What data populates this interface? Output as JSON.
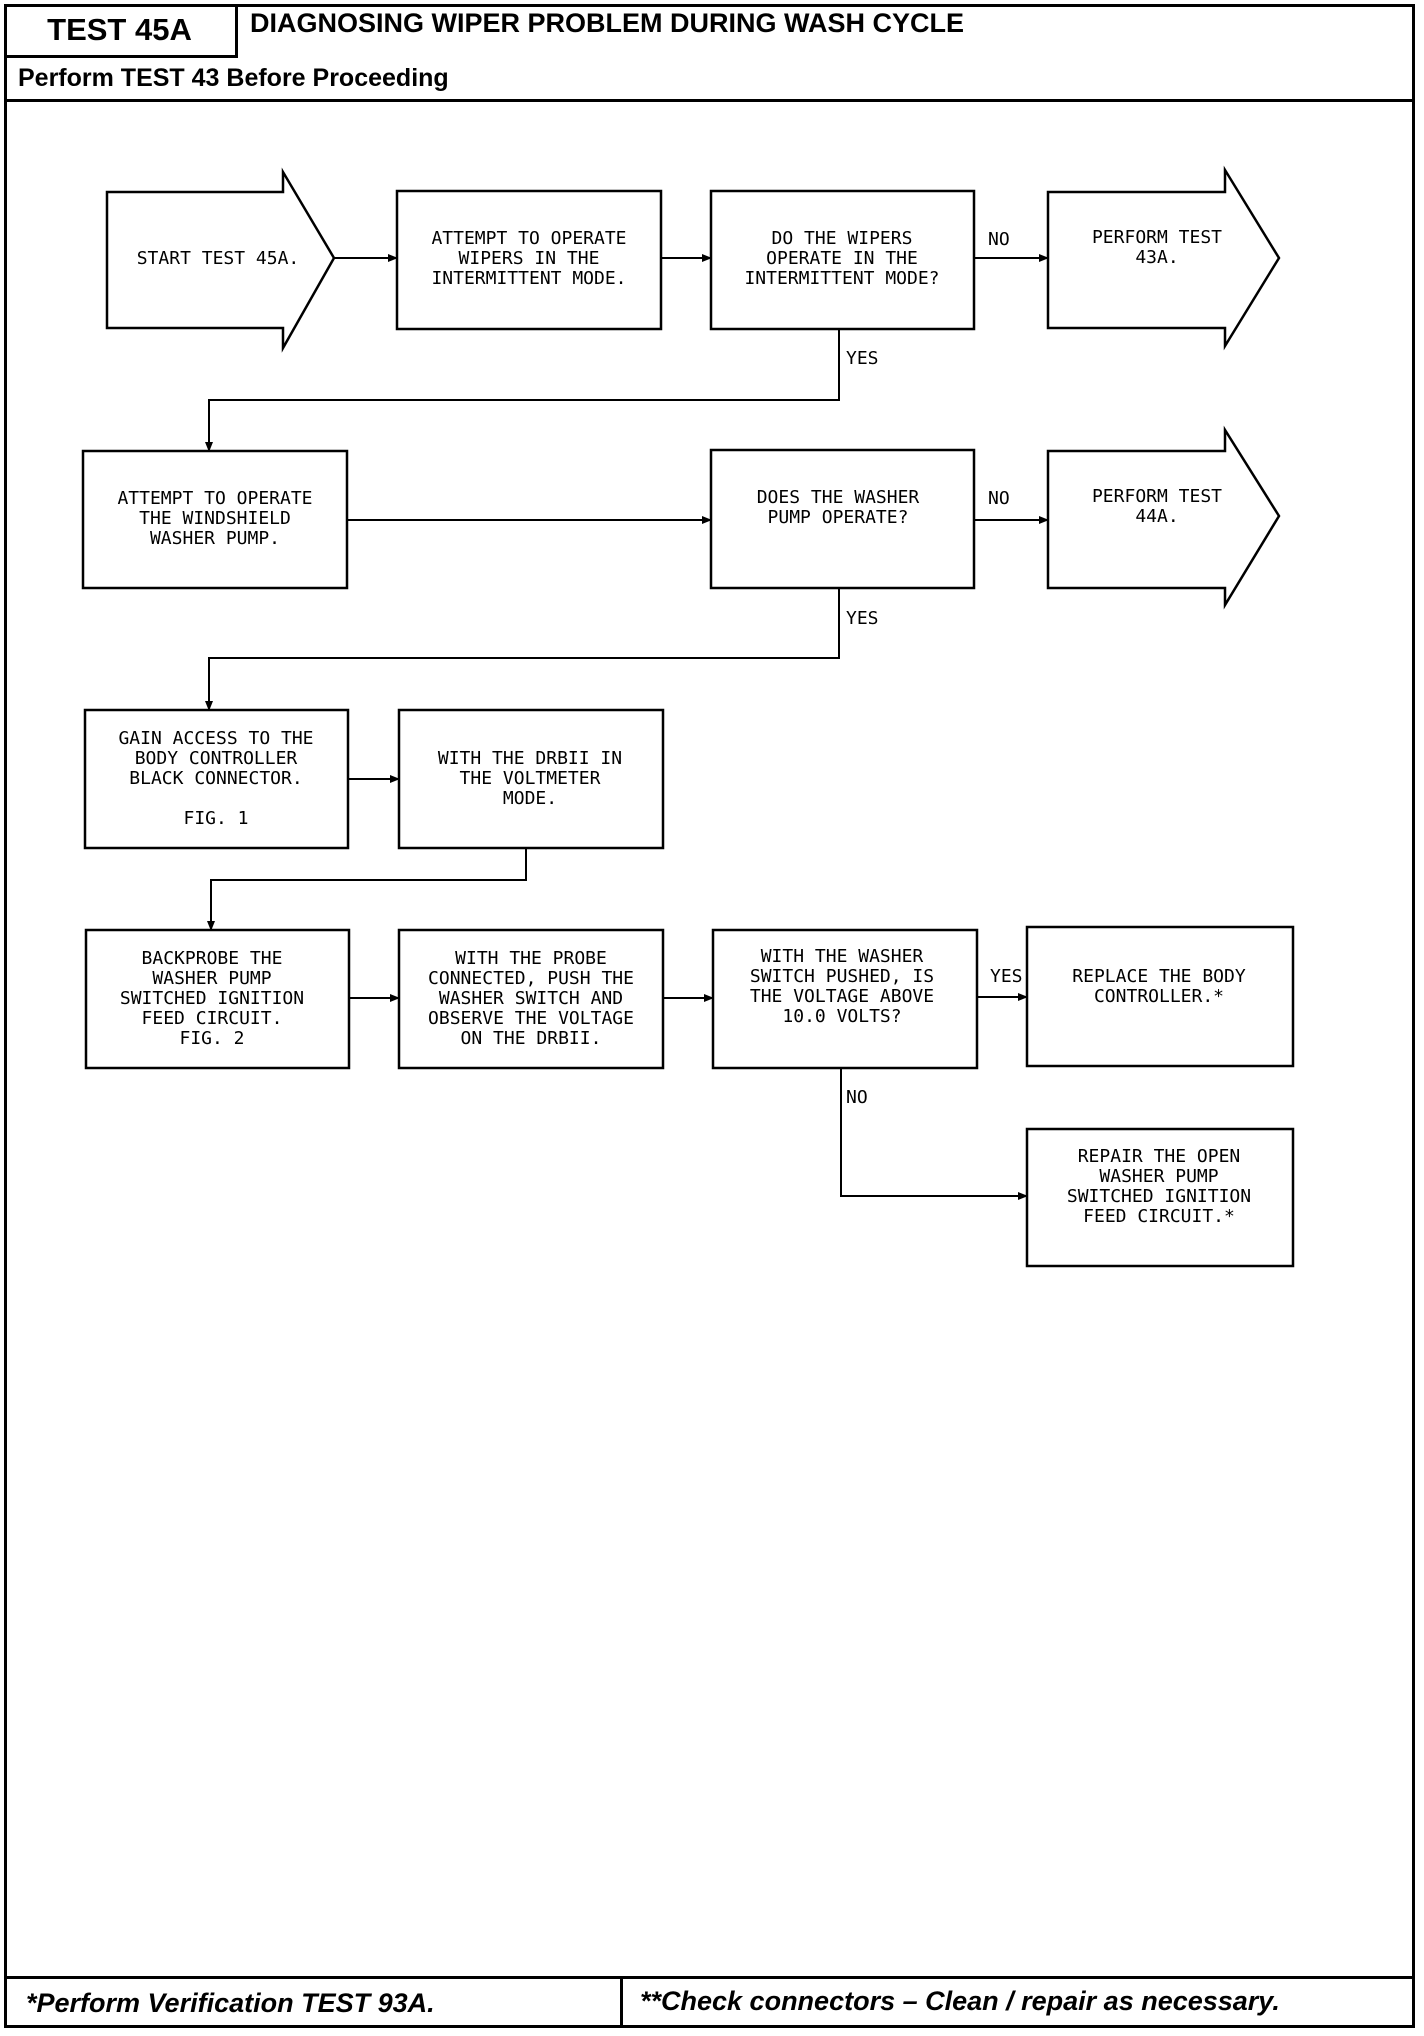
{
  "header": {
    "test_id": "TEST 45A",
    "title": "DIAGNOSING WIPER PROBLEM DURING WASH CYCLE",
    "subtitle": "Perform TEST 43 Before Proceeding"
  },
  "flowchart": {
    "nodes": {
      "start": [
        "START TEST 45A."
      ],
      "attempt_intermittent": [
        "ATTEMPT TO OPERATE",
        "WIPERS IN THE",
        "INTERMITTENT MODE."
      ],
      "q_wipers": [
        "DO THE WIPERS",
        "OPERATE IN THE",
        "INTERMITTENT MODE?"
      ],
      "perform_43a": [
        "PERFORM TEST",
        "43A."
      ],
      "attempt_washer": [
        "ATTEMPT TO OPERATE",
        "THE WINDSHIELD",
        "WASHER PUMP."
      ],
      "q_washer": [
        "DOES THE WASHER",
        "PUMP OPERATE?"
      ],
      "perform_44a": [
        "PERFORM TEST",
        "44A."
      ],
      "gain_access": [
        "GAIN ACCESS TO THE",
        "BODY CONTROLLER",
        "BLACK CONNECTOR.",
        "",
        "FIG. 1"
      ],
      "drbii_mode": [
        "WITH THE DRBII IN",
        "THE VOLTMETER",
        "MODE."
      ],
      "backprobe": [
        "BACKPROBE THE",
        "WASHER PUMP",
        "SWITCHED IGNITION",
        "FEED CIRCUIT.",
        "FIG. 2"
      ],
      "probe_connected": [
        "WITH THE PROBE",
        "CONNECTED, PUSH THE",
        "WASHER SWITCH AND",
        "OBSERVE THE VOLTAGE",
        "ON THE DRBII."
      ],
      "q_voltage": [
        "WITH THE WASHER",
        "SWITCH PUSHED, IS",
        "THE VOLTAGE ABOVE",
        "10.0 VOLTS?"
      ],
      "replace_controller": [
        "REPLACE THE BODY",
        "CONTROLLER.*"
      ],
      "repair_circuit": [
        "REPAIR THE OPEN",
        "WASHER PUMP",
        "SWITCHED IGNITION",
        "FEED CIRCUIT.*"
      ]
    },
    "edge_labels": {
      "yes": "YES",
      "no": "NO"
    }
  },
  "footer": {
    "left_note": "*Perform Verification TEST 93A.",
    "right_note": "**Check connectors – Clean / repair as necessary."
  }
}
